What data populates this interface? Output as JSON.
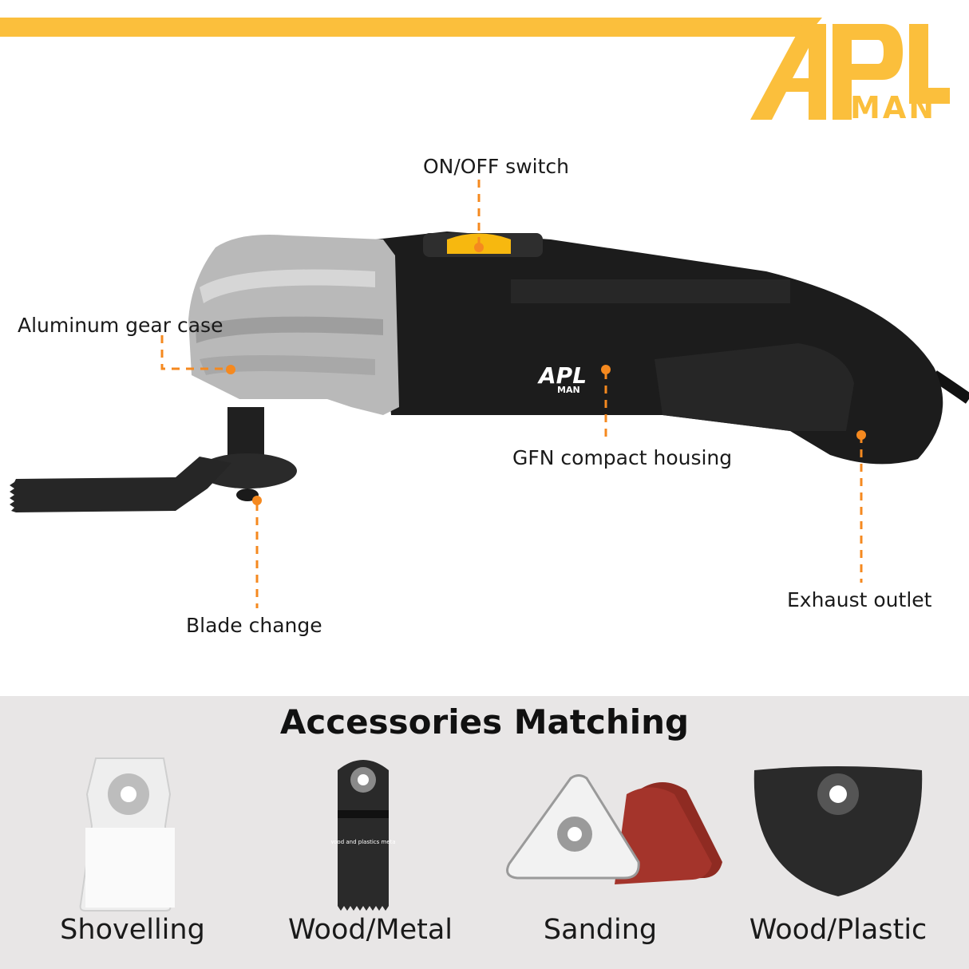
{
  "brand": {
    "logo_line1": "APL",
    "logo_line2": "MAN",
    "accent_color": "#fbbf3c",
    "callout_color": "#f5891f"
  },
  "callouts": {
    "on_off_switch": "ON/OFF switch",
    "gear_case": "Aluminum gear case",
    "housing": "GFN compact housing",
    "blade_change": "Blade change",
    "exhaust_outlet": "Exhaust outlet"
  },
  "tool": {
    "housing_logo_line1": "APL",
    "housing_logo_line2": "MAN"
  },
  "accessories": {
    "title": "Accessories Matching",
    "items": [
      {
        "label": "Shovelling",
        "icon": "scraper-blade-icon"
      },
      {
        "label": "Wood/Metal",
        "icon": "plunge-saw-blade-icon",
        "blade_text": "wood and plastics metal"
      },
      {
        "label": "Sanding",
        "icon": "sanding-pad-icon"
      },
      {
        "label": "Wood/Plastic",
        "icon": "segment-saw-blade-icon"
      }
    ]
  }
}
